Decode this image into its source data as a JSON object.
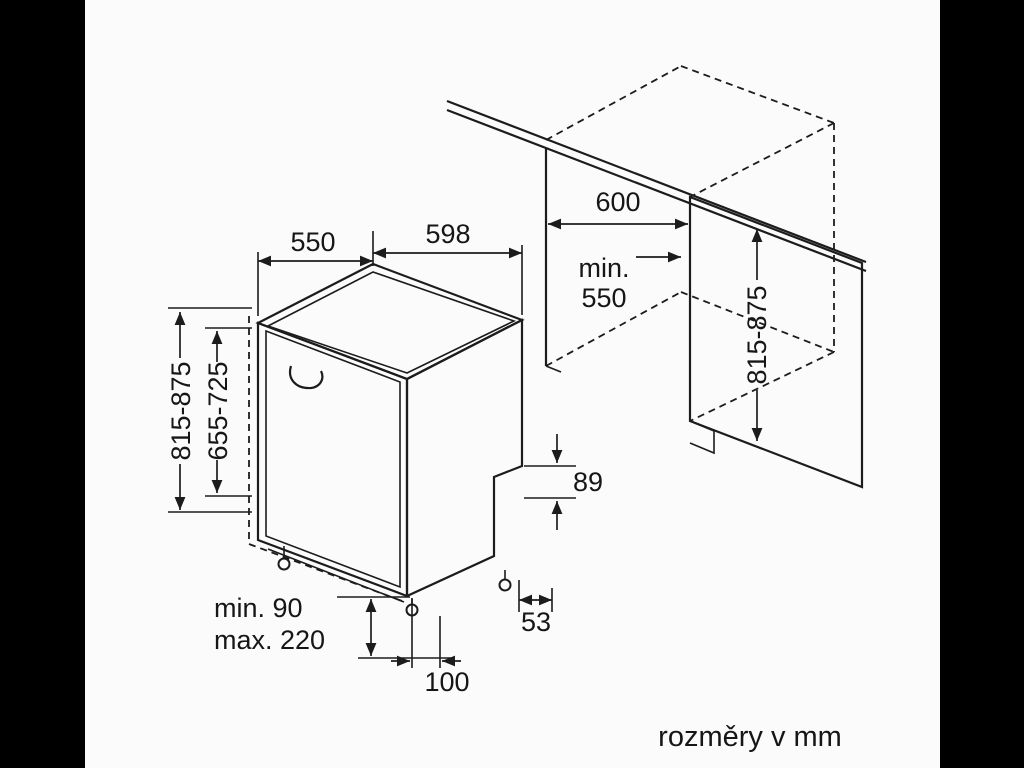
{
  "canvas": {
    "background": "#000000",
    "paper": "#fbfbfb",
    "ink": "#1c1c1c"
  },
  "caption": "rozměry v mm",
  "appliance": {
    "depth": "550",
    "width": "598",
    "height_range": "815-875",
    "door_height_range": "655-725",
    "base_rear_height": "89",
    "rear_foot_offset": "53",
    "plinth_height_min": "min. 90",
    "plinth_height_max": "max. 220",
    "front_foot_offset": "100"
  },
  "niche": {
    "width": "600",
    "depth_min_line1": "min.",
    "depth_min_line2": "550",
    "height_range": "815-875"
  }
}
